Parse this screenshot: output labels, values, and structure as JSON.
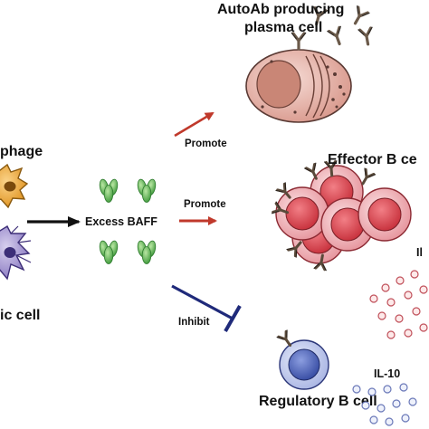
{
  "labels": {
    "plasma_line1": "AutoAb producing",
    "plasma_line2": "plasma cell",
    "effector": "Effector B ce",
    "macrophage": "phage",
    "dendritic": "ic cell",
    "baff": "Excess BAFF",
    "promote_upper": "Promote",
    "promote_middle": "Promote",
    "inhibit": "Inhibit",
    "regulatory": "Regulatory B cell",
    "il10": "IL-10",
    "il_cut": "Il"
  },
  "colors": {
    "promote_arrow": "#c0392b",
    "inhibit_arrow": "#1f2a7a",
    "baff_arrow": "#111111",
    "baff_trimer": "#5cb85c",
    "plasma_cell": "#e6b2a8",
    "effector_cell": "#f0b8bd",
    "regulatory_cell": "#8a99d8",
    "macrophage": "#f0a830",
    "dendritic_cell": "#9b8fc8"
  }
}
